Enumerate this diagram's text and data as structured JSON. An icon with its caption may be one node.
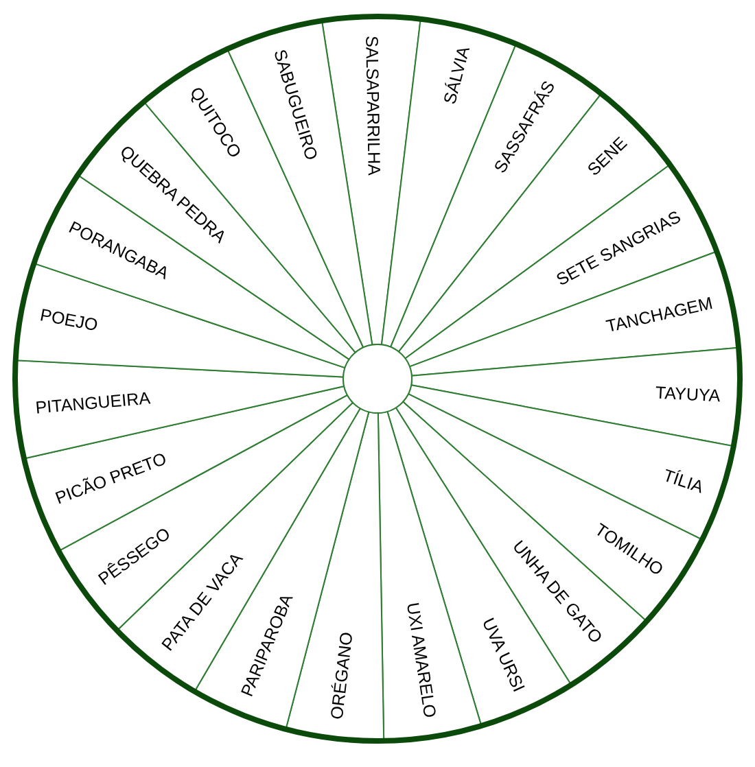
{
  "diagram": {
    "nodes": [
      {
        "text": [
          "SALSAPARRILHA"
        ]
      },
      {
        "text": [
          "SÁLVIA"
        ]
      },
      {
        "text": [
          "SASSAFRÁS"
        ]
      },
      {
        "text": [
          "SENE"
        ]
      },
      {
        "text": [
          "SETE SANGRIAS"
        ]
      },
      {
        "text": [
          "TANCHAGEM"
        ]
      },
      {
        "text": [
          "TAYUYA"
        ]
      },
      {
        "text": [
          "TÍLIA"
        ]
      },
      {
        "text": [
          "TOMILHO"
        ]
      },
      {
        "text": [
          "UNHA DE GATO"
        ]
      },
      {
        "text": [
          "UVA URSI"
        ]
      },
      {
        "text": [
          "UXI AMARELO"
        ]
      },
      {
        "text": [
          "ORÉGANO"
        ]
      },
      {
        "text": [
          "PARIPAROBA"
        ]
      },
      {
        "text": [
          "PATA DE VACA"
        ]
      },
      {
        "text": [
          "PÊSSEGO"
        ]
      },
      {
        "text": [
          "PICÃO PRETO"
        ]
      },
      {
        "text": [
          "PITANGUEIRA"
        ]
      },
      {
        "text": [
          "POEJO"
        ]
      },
      {
        "text": [
          "PORANGABA"
        ]
      },
      {
        "text": [
          "QUEBRA PEDRA"
        ]
      },
      {
        "text": [
          "QUITOCO"
        ]
      },
      {
        "text": [
          "SABUGUEIRO"
        ]
      }
    ]
  }
}
